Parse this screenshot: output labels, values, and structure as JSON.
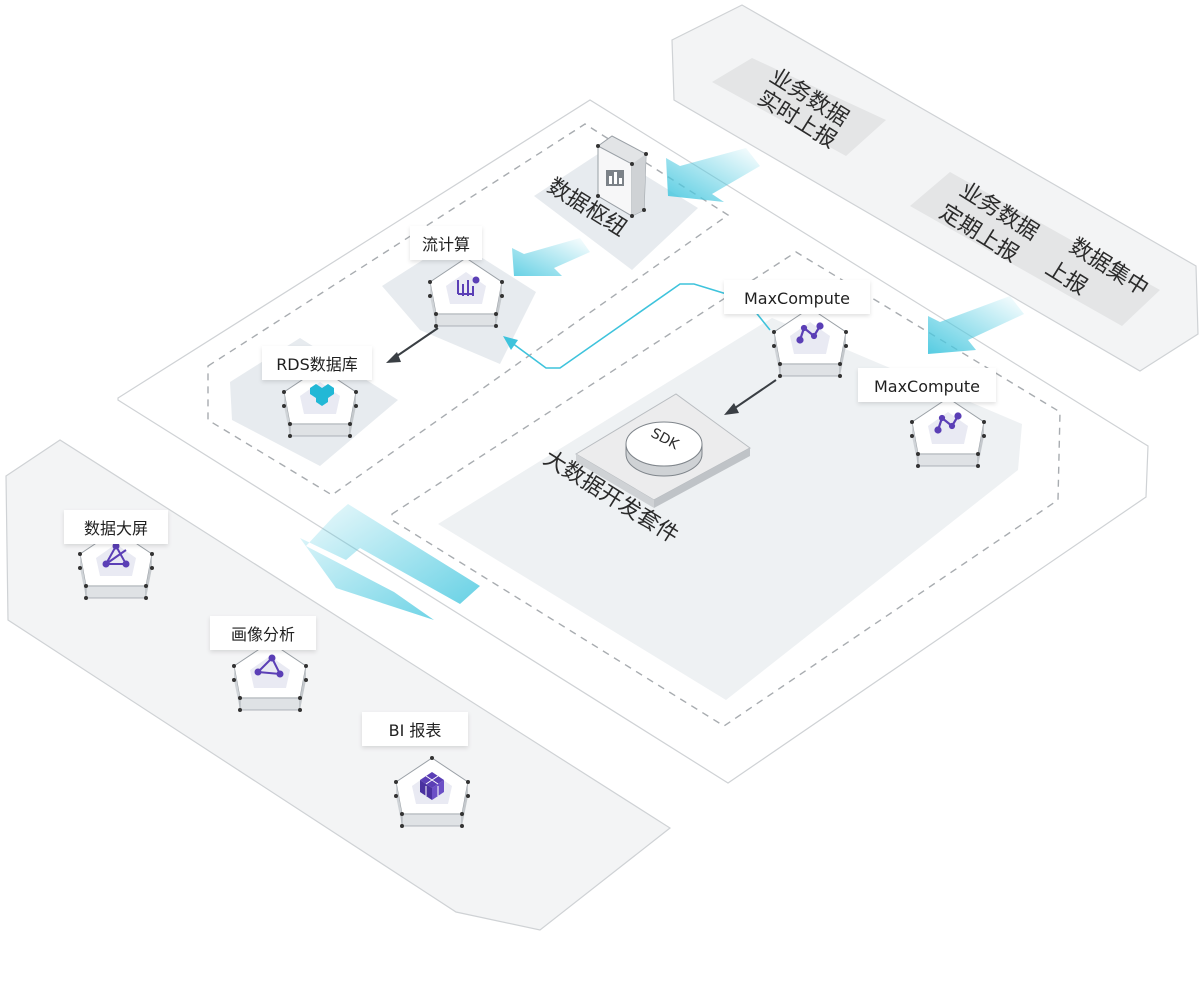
{
  "colors": {
    "accent": "#4cc9e0",
    "icon_purple": "#5b3fb6",
    "rds_cyan": "#22b8d6",
    "panel": "#f3f5f7",
    "outline": "#d6d9dc",
    "tag_bg": "#e6e7e8"
  },
  "report_panel": {
    "realtime_line1": "业务数据",
    "realtime_line2": "实时上报",
    "scheduled_line1": "业务数据",
    "scheduled_line2": "定期上报",
    "central_line1": "数据集中",
    "central_line2": "上报"
  },
  "processing": {
    "datahub_label": "数据枢纽",
    "stream_label": "流计算",
    "rds_label": "RDS数据库",
    "maxcompute_label": "MaxCompute",
    "maxcompute2_label": "MaxCompute",
    "sdk_label": "SDK",
    "suite_label": "大数据开发套件"
  },
  "apps": {
    "dashboard_label": "数据大屏",
    "profile_label": "画像分析",
    "bi_label": "BI 报表"
  },
  "icons": {
    "server": "server-bar-chart-icon",
    "stream": "stream-compute-icon",
    "rds": "rds-hexagon-icon",
    "maxcompute": "maxcompute-icon",
    "dashboard": "triangle-nodes-icon",
    "profile": "graph-nodes-icon",
    "bi": "cube-grid-icon"
  }
}
